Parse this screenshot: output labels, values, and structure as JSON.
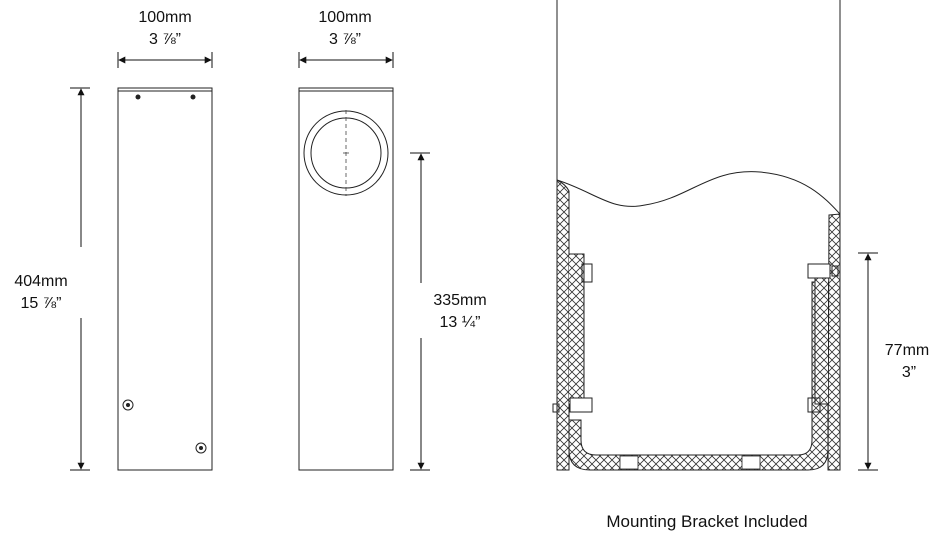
{
  "views": {
    "front": {
      "width_mm": "100mm",
      "width_in": "3 ⅞”",
      "height_mm": "404mm",
      "height_in": "15 ⅞”"
    },
    "side": {
      "width_mm": "100mm",
      "width_in": "3 ⅞”",
      "height_mm": "335mm",
      "height_in": "13 ¼”"
    },
    "bracket": {
      "height_mm": "77mm",
      "height_in": "3”",
      "caption": "Mounting Bracket Included"
    }
  }
}
